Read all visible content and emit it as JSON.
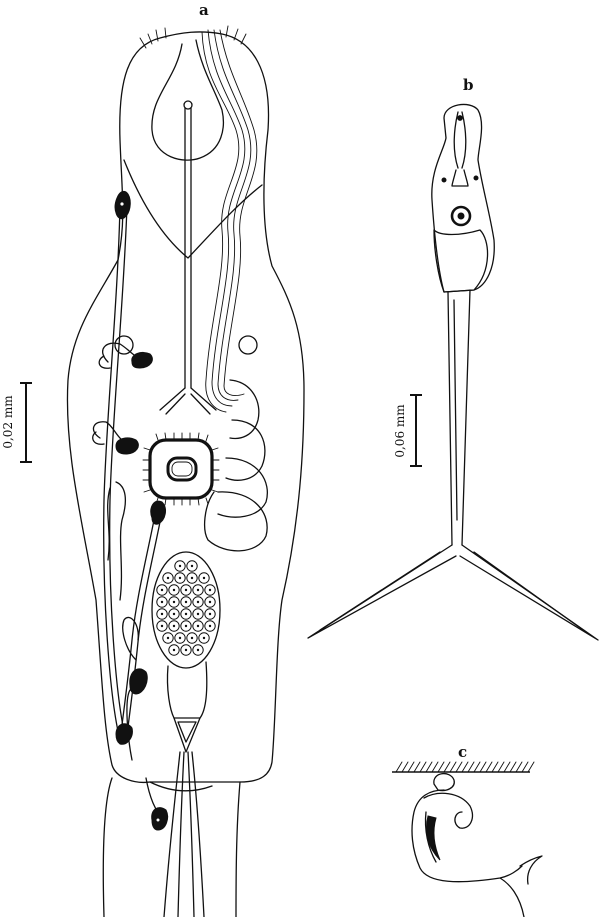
{
  "panels": {
    "a": {
      "label": "a"
    },
    "b": {
      "label": "b"
    },
    "c": {
      "label": "c"
    }
  },
  "scale_bars": {
    "a": {
      "text": "0,02 mm"
    },
    "b": {
      "text": "0,06 mm"
    }
  },
  "colors": {
    "ink": "#111111",
    "paper": "#ffffff"
  }
}
